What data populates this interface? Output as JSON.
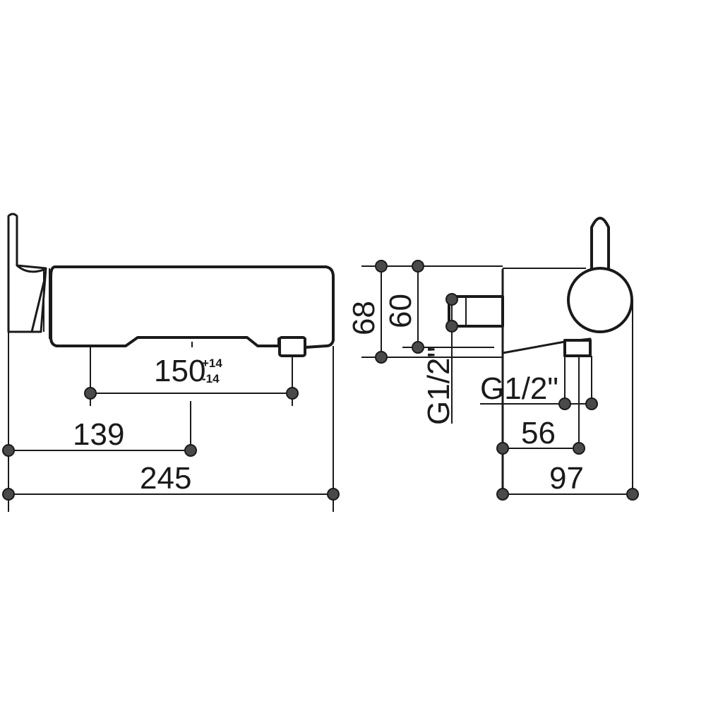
{
  "dimensions": {
    "length_139": "139",
    "length_245": "245",
    "center_150": "150",
    "tol_plus": "+14",
    "tol_minus": "-14",
    "height_68": "68",
    "height_60": "60",
    "thread_vertical": "G1/2\"",
    "thread_horizontal": "G1/2\"",
    "depth_56": "56",
    "depth_97": "97"
  },
  "colors": {
    "line": "#1a1a1a",
    "dot": "#4a4a4a",
    "background": "#ffffff"
  }
}
